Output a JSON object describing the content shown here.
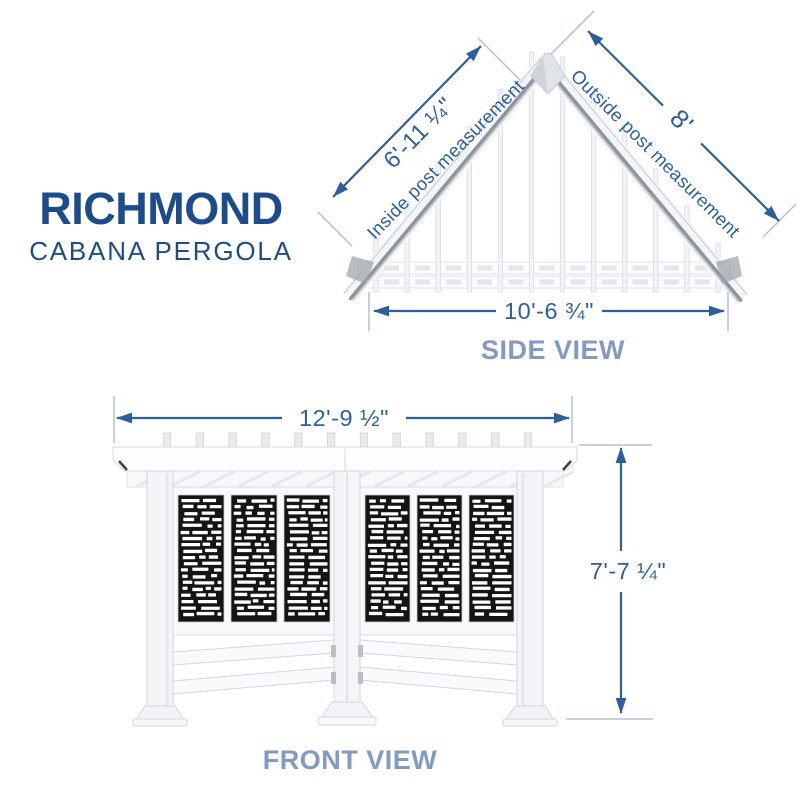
{
  "branding": {
    "title": "RICHMOND",
    "subtitle": "CABANA PERGOLA"
  },
  "side_view": {
    "label": "SIDE VIEW",
    "inside_dimension": {
      "value": "6'-11 ¼\"",
      "note": "Inside post measurement"
    },
    "outside_dimension": {
      "value": "8'",
      "note": "Outside post measurement"
    },
    "base_dimension": {
      "value": "10'-6 ¾\""
    }
  },
  "front_view": {
    "label": "FRONT VIEW",
    "width_dimension": {
      "value": "12'-9 ½\""
    },
    "height_dimension": {
      "value": "7'-7 ¼\""
    }
  },
  "colors": {
    "title_navy": "#1d4c8c",
    "dimension_blue": "#2d5f9e",
    "extension_blue": "#b3c0d6",
    "view_label_blue": "#8299c4",
    "panel_black": "#141414"
  }
}
